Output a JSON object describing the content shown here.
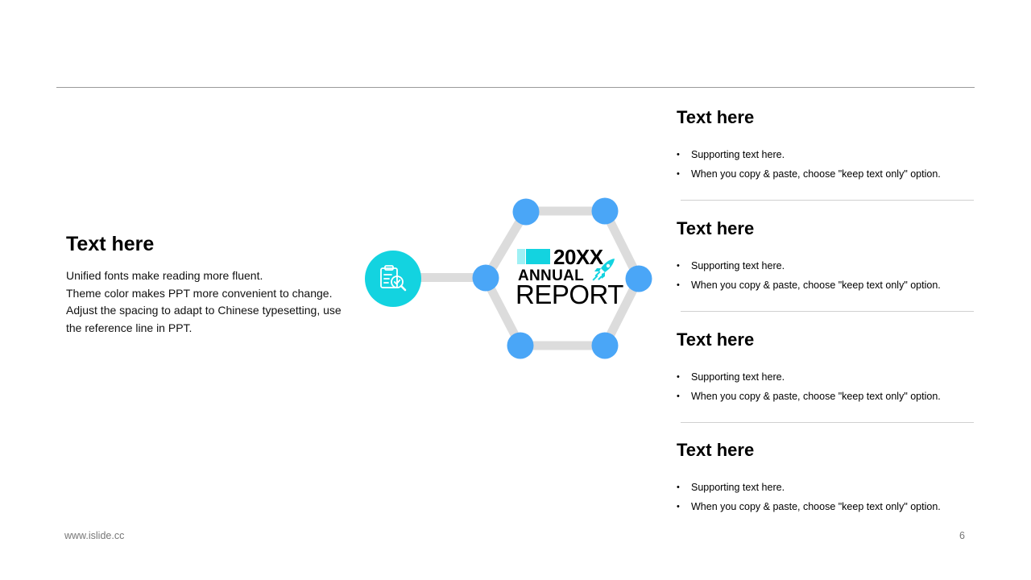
{
  "left": {
    "title": "Text here",
    "lines": [
      "Unified fonts make reading more fluent.",
      "Theme color makes PPT more convenient to change.",
      "Adjust the spacing to adapt to Chinese typesetting, use",
      "the reference line in PPT."
    ]
  },
  "center": {
    "icon": "clipboard-check-search-icon",
    "logo": {
      "year": "20XX",
      "annual": "ANNUAL",
      "report": "REPORT",
      "decor_icon": "rocket-icon"
    }
  },
  "right_items": [
    {
      "title": "Text here",
      "bullets": [
        "Supporting text here.",
        "When you copy & paste, choose \"keep text only\" option."
      ]
    },
    {
      "title": "Text here",
      "bullets": [
        "Supporting text here.",
        "When you copy & paste, choose \"keep text only\" option."
      ]
    },
    {
      "title": "Text here",
      "bullets": [
        "Supporting text here.",
        "When you copy & paste, choose \"keep text only\" option."
      ]
    },
    {
      "title": "Text here",
      "bullets": [
        "Supporting text here.",
        "When you copy & paste, choose \"keep text only\" option."
      ]
    }
  ],
  "footer": {
    "website": "www.islide.cc",
    "page_number": "6"
  },
  "colors": {
    "accent_cyan": "#13d3e0",
    "node_blue": "#4aa6f7",
    "line_gray": "#dcdcdc"
  }
}
